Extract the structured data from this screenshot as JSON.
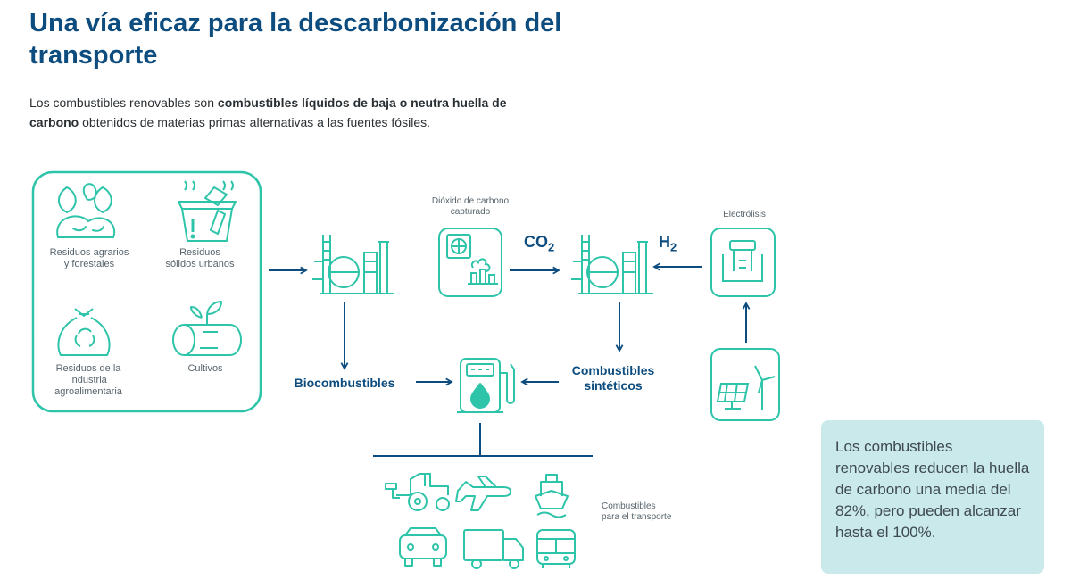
{
  "header": {
    "title": "Una vía eficaz para la descarbonización del transporte",
    "intro_part1": "Los combustibles renovables son ",
    "intro_bold": "combustibles líquidos de baja o neutra huella de carbono",
    "intro_part2": " obtenidos de materias primas alternativas a las fuentes fósiles."
  },
  "feedstocks": {
    "agro": "Residuos agrarios y forestales",
    "urban": "Residuos sólidos urbanos",
    "food": "Residuos de la industria agroalimentaria",
    "crops": "Cultivos"
  },
  "process": {
    "co2_caption": "Dióxido de carbono capturado",
    "co2_formula": "CO",
    "co2_sub": "2",
    "h2_formula": "H",
    "h2_sub": "2",
    "electrolysis": "Electrólisis",
    "biofuels": "Biocombustibles",
    "synthetic": "Combustibles sintéticos",
    "transport": "Combustibles para el transporte"
  },
  "note": {
    "text": "Los combustibles renovables reducen la huella de carbono una media del 82%, pero pueden alcanzar hasta el 100%."
  },
  "colors": {
    "accent": "#2ec4a9",
    "navy": "#0d4c7e",
    "note_bg": "#c9e9ea"
  }
}
